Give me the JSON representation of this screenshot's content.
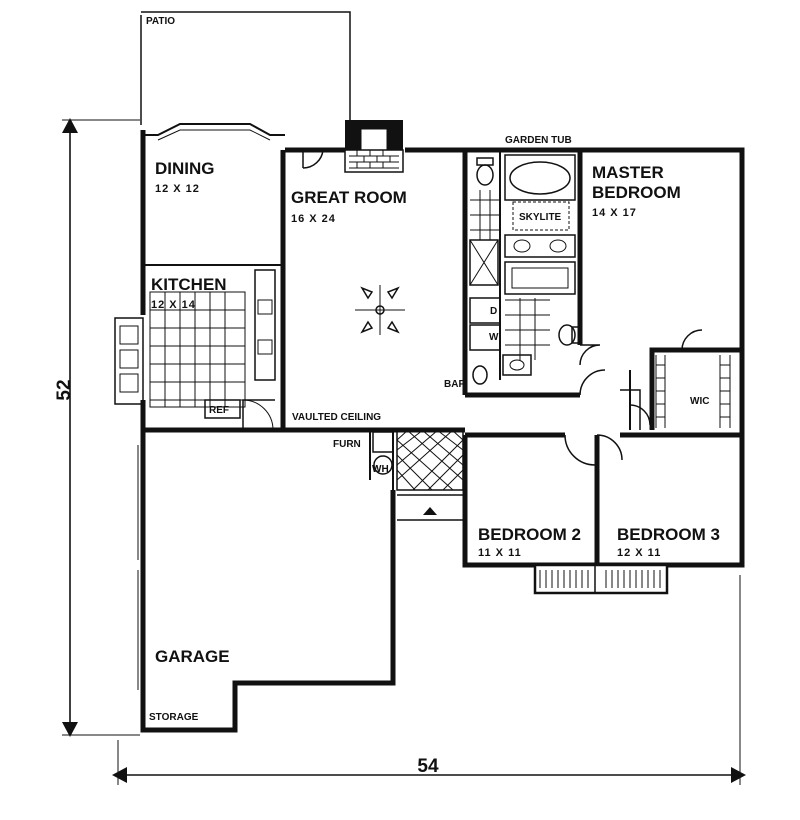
{
  "plan": {
    "rooms": {
      "patio": {
        "name": "PATIO"
      },
      "dining": {
        "name": "DINING",
        "size": "12 X 12"
      },
      "great_room": {
        "name": "GREAT ROOM",
        "size": "16 X 24"
      },
      "kitchen": {
        "name": "KITCHEN",
        "size": "12 X 14"
      },
      "master": {
        "name_line1": "MASTER",
        "name_line2": "BEDROOM",
        "size": "14 X 17"
      },
      "bedroom2": {
        "name": "BEDROOM 2",
        "size": "11 X 11"
      },
      "bedroom3": {
        "name": "BEDROOM 3",
        "size": "12 X 11"
      },
      "garage": {
        "name": "GARAGE"
      },
      "storage": {
        "name": "STORAGE"
      }
    },
    "labels": {
      "garden_tub": "GARDEN TUB",
      "skylite": "SKYLITE",
      "vaulted_ceiling": "VAULTED CEILING",
      "bar": "BAR",
      "ref": "REF",
      "furn": "FURN",
      "wh": "WH",
      "wic": "WIC",
      "dryer": "D",
      "washer": "W"
    },
    "dimensions": {
      "depth": "52",
      "width": "54"
    }
  }
}
